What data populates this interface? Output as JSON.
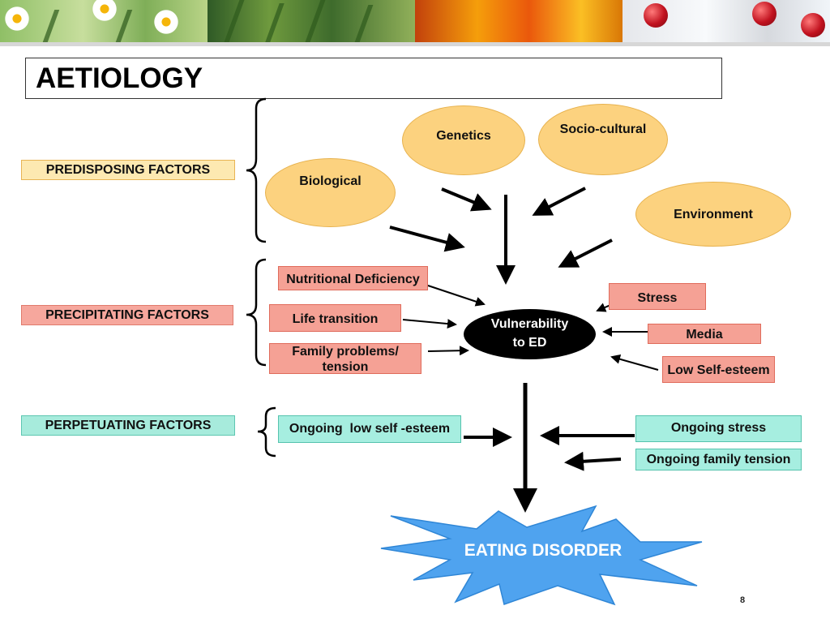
{
  "title": "AETIOLOGY",
  "factors": {
    "predisposing": "PREDISPOSING FACTORS",
    "precipitating": "PRECIPITATING FACTORS",
    "perpetuating": "PERPETUATING FACTORS"
  },
  "predisposing_items": {
    "genetics": "Genetics",
    "socio_cultural": "Socio-cultural",
    "biological": "Biological",
    "environment": "Environment"
  },
  "precipitating_items": {
    "nutritional_deficiency": "Nutritional Deficiency",
    "life_transition": "Life transition",
    "family_problems_line1": "Family problems/",
    "family_problems_line2": "tension",
    "stress": "Stress",
    "media": "Media",
    "low_self_esteem": "Low Self-esteem"
  },
  "center": {
    "line1": "Vulnerability",
    "line2": "to ED"
  },
  "perpetuating_items": {
    "ongoing_low_self_esteem": "Ongoing  low self -esteem",
    "ongoing_stress": "Ongoing stress",
    "ongoing_family_tension": "Ongoing family tension"
  },
  "outcome": "EATING DISORDER",
  "page_number": "8",
  "colors": {
    "predisposing_fill": "#fde9b1",
    "precipitating_fill": "#f6a79d",
    "perpetuating_fill": "#a7ebdc",
    "ellipse_fill": "#fcd27f",
    "burst_fill": "#4fa3ef"
  },
  "banner_decoration": [
    "daisy-photo",
    "palm-leaf-photo",
    "autumn-leaves-photo",
    "snow-berries-photo"
  ]
}
